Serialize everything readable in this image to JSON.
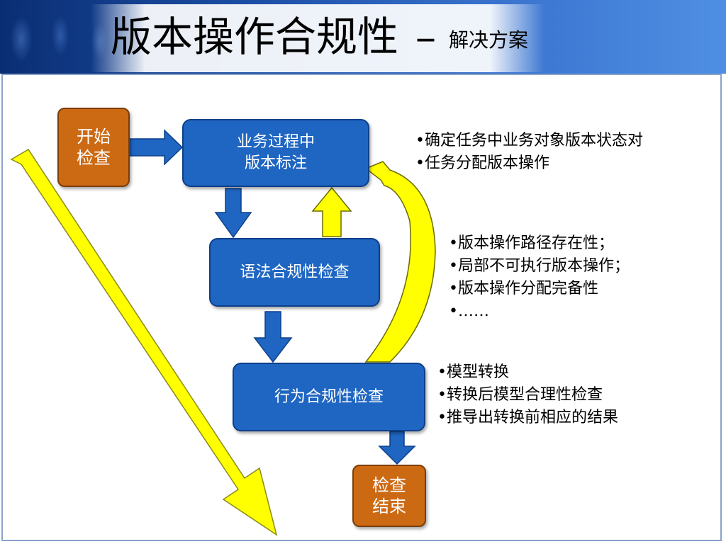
{
  "slide": {
    "title": "版本操作合规性",
    "title_dash": "–",
    "subtitle": "解决方案"
  },
  "nodes": {
    "start": "开始\n检查",
    "annotation": "业务过程中\n版本标注",
    "syntax": "语法合规性检查",
    "behavior": "行为合规性检查",
    "end": "检查\n结束"
  },
  "notes": {
    "annotation": [
      "确定任务中业务对象版本状态对",
      "任务分配版本操作"
    ],
    "syntax": [
      "版本操作路径存在性；",
      "局部不可执行版本操作；",
      "版本操作分配完备性",
      "……"
    ],
    "behavior": [
      "模型转换",
      "转换后模型合理性检查",
      "推导出转换前相应的结果"
    ]
  },
  "colors": {
    "box_blue": "#1f66c2",
    "box_orange": "#cc6a14",
    "arrow_blue": "#1f66c2",
    "arrow_yellow": "#ffff00"
  },
  "icons": {
    "flow_arrows": "block-arrow",
    "feedback_arrow": "curved-arrow",
    "process_direction": "long-diagonal-arrow"
  }
}
